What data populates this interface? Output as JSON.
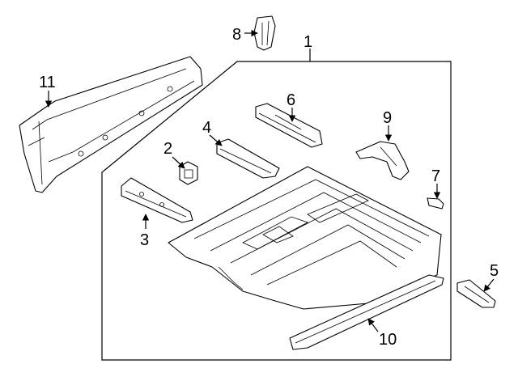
{
  "diagram": {
    "callouts": [
      {
        "id": "c1",
        "text": "1"
      },
      {
        "id": "c2",
        "text": "2"
      },
      {
        "id": "c3",
        "text": "3"
      },
      {
        "id": "c4",
        "text": "4"
      },
      {
        "id": "c5",
        "text": "5"
      },
      {
        "id": "c6",
        "text": "6"
      },
      {
        "id": "c7",
        "text": "7"
      },
      {
        "id": "c8",
        "text": "8"
      },
      {
        "id": "c9",
        "text": "9"
      },
      {
        "id": "c10",
        "text": "10"
      },
      {
        "id": "c11",
        "text": "11"
      }
    ]
  }
}
